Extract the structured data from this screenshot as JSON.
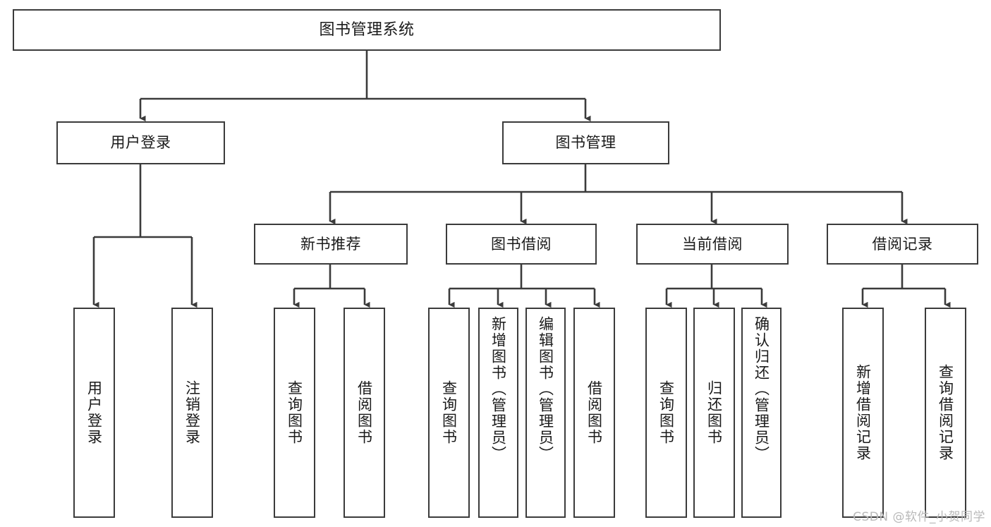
{
  "diagram": {
    "title": "图书管理系统",
    "type": "tree-hierarchy-diagram",
    "colors": {
      "box_border": "#3b3b3b",
      "box_fill": "#ffffff",
      "edge": "#3b3b3b",
      "text": "#1a1a1a",
      "watermark": "#b9b9b9",
      "background": "#ffffff"
    },
    "root": {
      "label": "图书管理系统"
    },
    "level2": [
      {
        "label": "用户登录"
      },
      {
        "label": "图书管理"
      }
    ],
    "level3": [
      {
        "label": "新书推荐"
      },
      {
        "label": "图书借阅"
      },
      {
        "label": "当前借阅"
      },
      {
        "label": "借阅记录"
      }
    ],
    "leaves": {
      "user_login": [
        {
          "label": "用户登录"
        },
        {
          "label": "注销登录"
        }
      ],
      "new_book_recommend": [
        {
          "label": "查询图书"
        },
        {
          "label": "借阅图书"
        }
      ],
      "book_borrow": [
        {
          "label": "查询图书"
        },
        {
          "label": "新增图书（管理员）"
        },
        {
          "label": "编辑图书（管理员）"
        },
        {
          "label": "借阅图书"
        }
      ],
      "current_borrow": [
        {
          "label": "查询图书"
        },
        {
          "label": "归还图书"
        },
        {
          "label": "确认归还（管理员）"
        }
      ],
      "borrow_record": [
        {
          "label": "新增借阅记录"
        },
        {
          "label": "查询借阅记录"
        }
      ]
    }
  },
  "watermark": {
    "text": "CSDN @软件_小贺同学"
  }
}
